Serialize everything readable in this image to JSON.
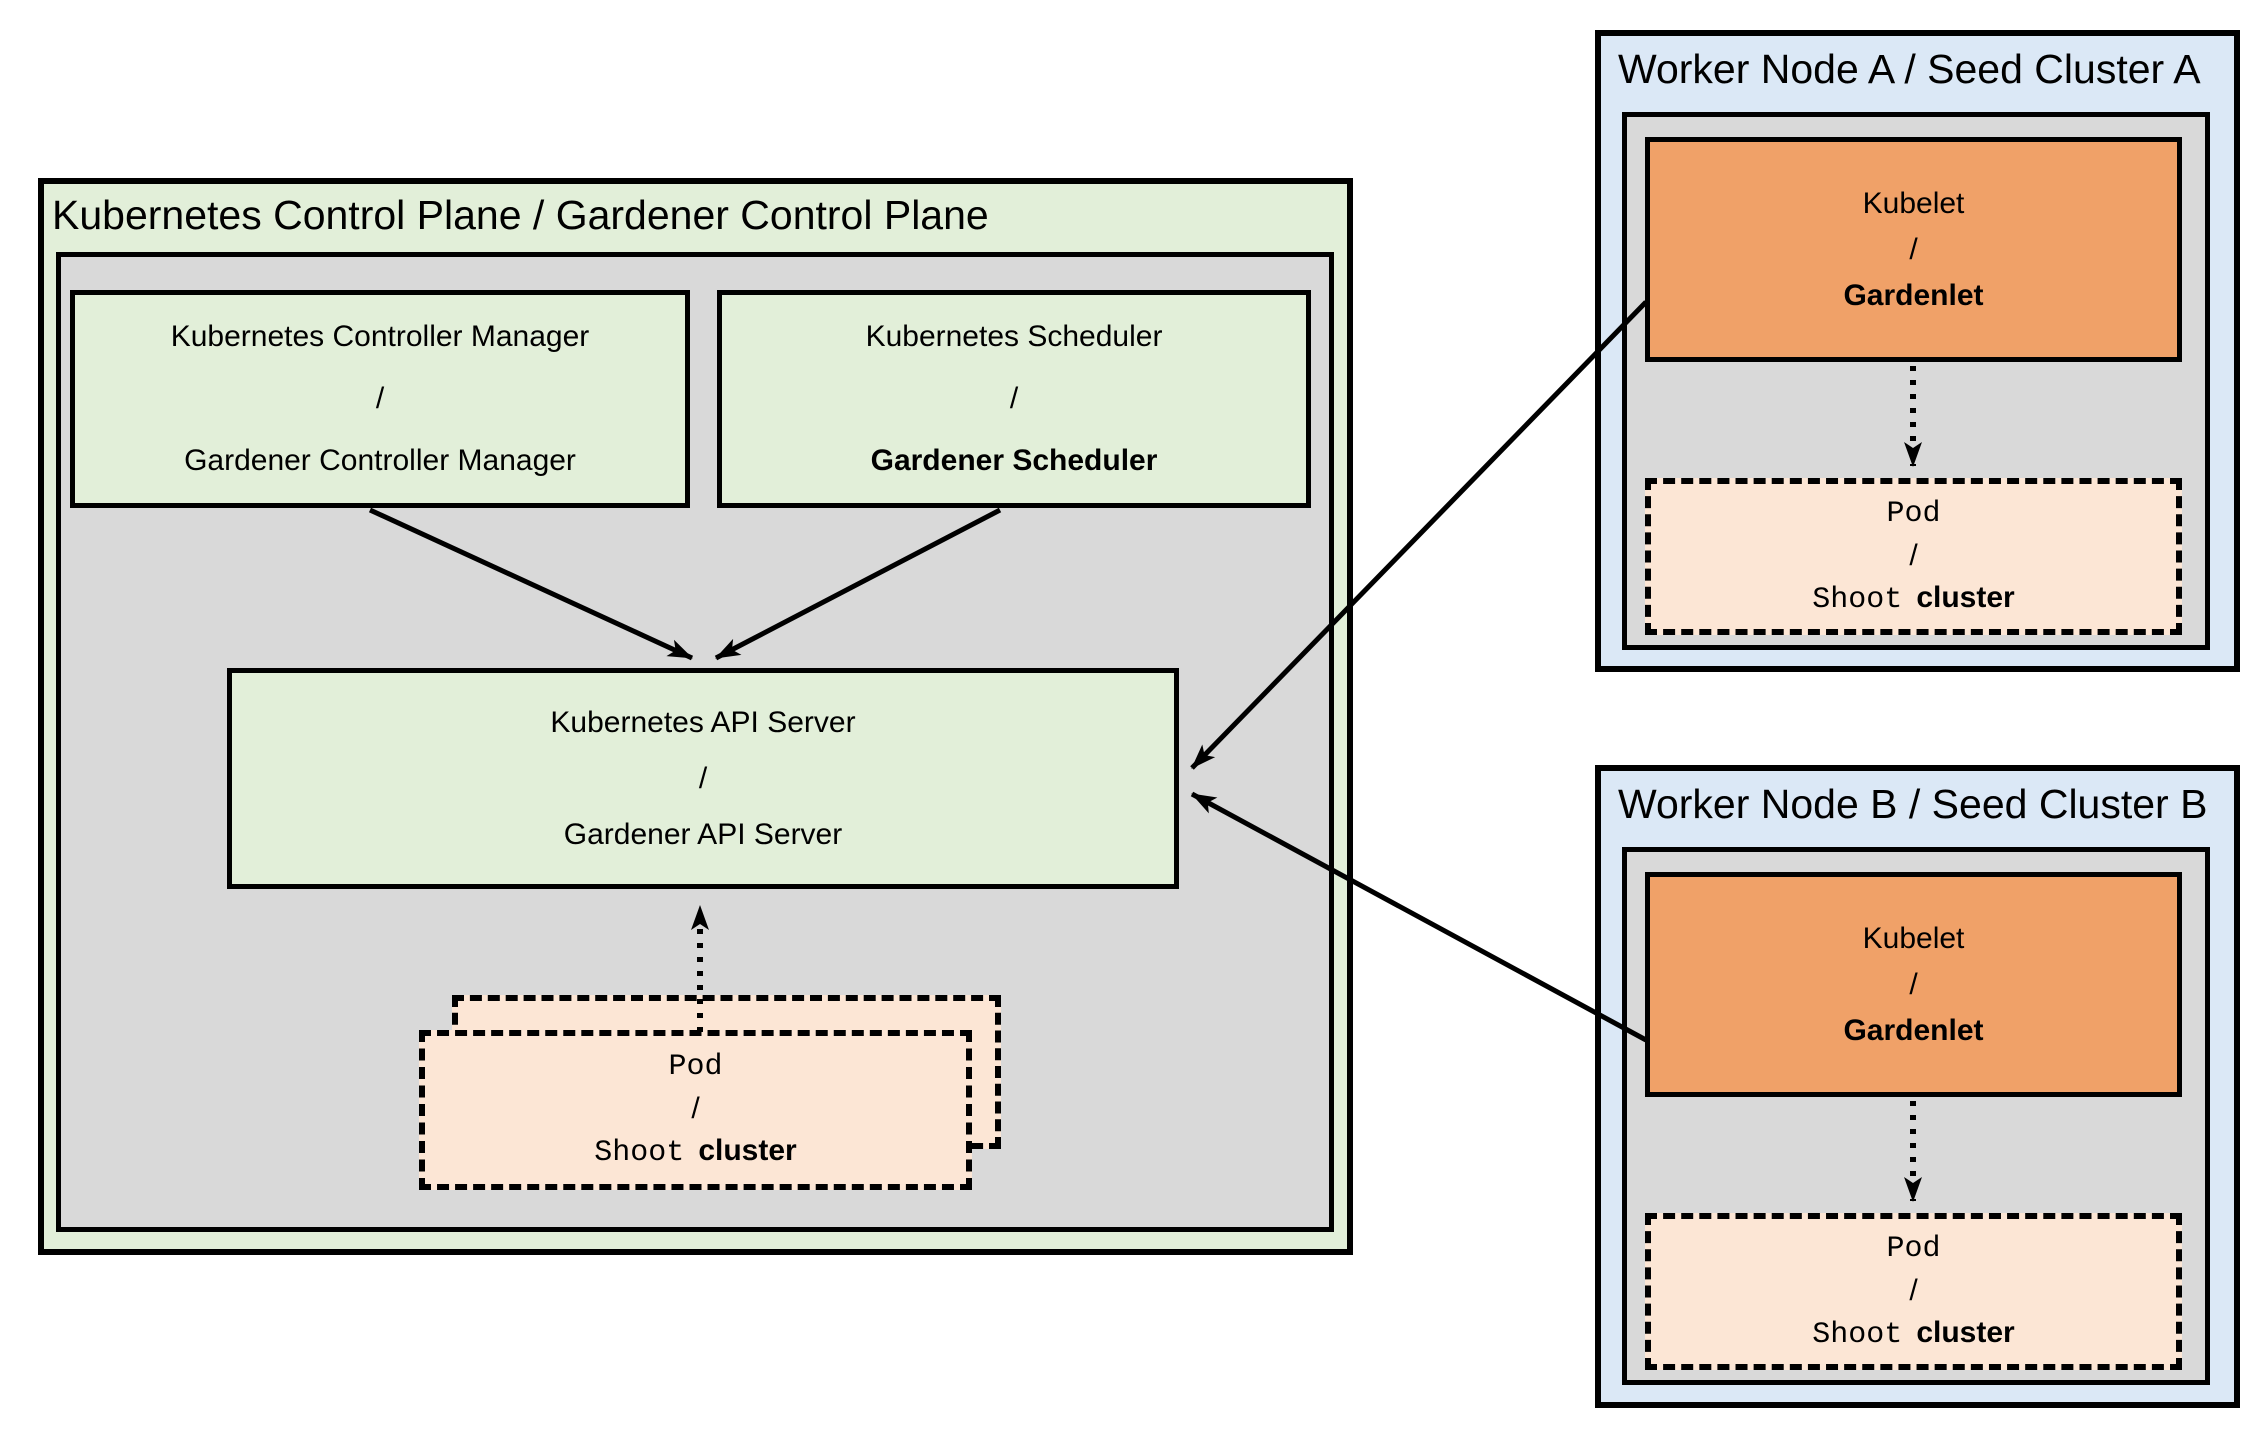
{
  "control_plane": {
    "title": "Kubernetes Control Plane / Gardener Control Plane",
    "controller_manager": {
      "top": "Kubernetes Controller Manager",
      "separator": "/",
      "bottom": "Gardener Controller Manager"
    },
    "scheduler": {
      "top": "Kubernetes Scheduler",
      "separator": "/",
      "bottom": "Gardener Scheduler"
    },
    "api_server": {
      "top": "Kubernetes API Server",
      "separator": "/",
      "bottom": "Gardener API Server"
    },
    "pod_stack": {
      "top": "Pod",
      "separator": "/",
      "bottom_mono": "Shoot",
      "bottom_sans": "cluster"
    }
  },
  "workers": [
    {
      "title": "Worker Node A / Seed Cluster A",
      "kubelet": {
        "top": "Kubelet",
        "separator": "/",
        "bottom": "Gardenlet"
      },
      "pod": {
        "top": "Pod",
        "separator": "/",
        "bottom_mono": "Shoot",
        "bottom_sans": "cluster"
      }
    },
    {
      "title": "Worker Node B / Seed Cluster B",
      "kubelet": {
        "top": "Kubelet",
        "separator": "/",
        "bottom": "Gardenlet"
      },
      "pod": {
        "top": "Pod",
        "separator": "/",
        "bottom_mono": "Shoot",
        "bottom_sans": "cluster"
      }
    }
  ],
  "colors": {
    "container_green": "#e2efd9",
    "panel_gray": "#d9d9d9",
    "node_blue": "#dbe8f6",
    "kubelet_orange": "#f0a168",
    "pod_peach": "#fce6d5",
    "line_black": "#000000"
  }
}
